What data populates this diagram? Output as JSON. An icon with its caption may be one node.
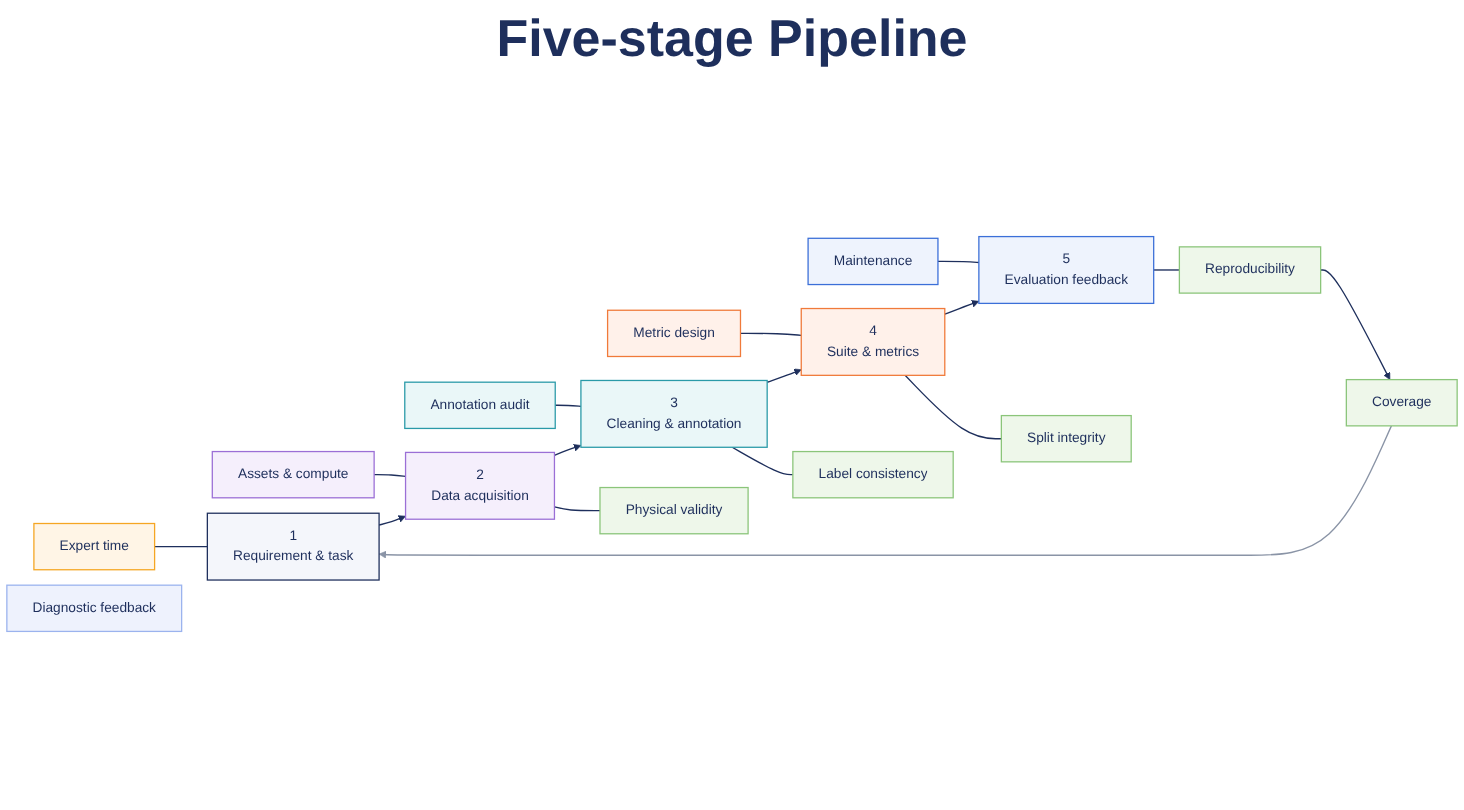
{
  "diagram": {
    "title": "Five-stage Pipeline",
    "nodes": [
      {
        "text": [
          "Expert time"
        ]
      },
      {
        "text": [
          "Assets & compute"
        ]
      },
      {
        "text": [
          "Annotation audit"
        ]
      },
      {
        "text": [
          "Metric design"
        ]
      },
      {
        "text": [
          "Maintenance"
        ]
      },
      {
        "text": [
          "1",
          "Requirement & task"
        ]
      },
      {
        "text": [
          "2",
          "Data acquisition"
        ]
      },
      {
        "text": [
          "3",
          "Cleaning & annotation"
        ]
      },
      {
        "text": [
          "4",
          "Suite & metrics"
        ]
      },
      {
        "text": [
          "5",
          "Evaluation feedback"
        ]
      },
      {
        "text": [
          "Coverage"
        ]
      },
      {
        "text": [
          "Physical validity"
        ]
      },
      {
        "text": [
          "Label consistency"
        ]
      },
      {
        "text": [
          "Split integrity"
        ]
      },
      {
        "text": [
          "Reproducibility"
        ]
      },
      {
        "text": [
          "Diagnostic feedback"
        ]
      }
    ],
    "edges": [
      {
        "from": 0,
        "to": 5,
        "arrow": "none"
      },
      {
        "from": 1,
        "to": 6,
        "arrow": "none"
      },
      {
        "from": 2,
        "to": 7,
        "arrow": "none"
      },
      {
        "from": 3,
        "to": 8,
        "arrow": "none"
      },
      {
        "from": 4,
        "to": 9,
        "arrow": "none"
      },
      {
        "from": 5,
        "to": 6,
        "arrow": "to"
      },
      {
        "from": 6,
        "to": 7,
        "arrow": "to"
      },
      {
        "from": 7,
        "to": 8,
        "arrow": "to"
      },
      {
        "from": 8,
        "to": 9,
        "arrow": "to"
      },
      {
        "from": 10,
        "to": 5,
        "arrow": "to",
        "color": "#8a94a6"
      },
      {
        "from": 6,
        "to": 11,
        "arrow": "none"
      },
      {
        "from": 7,
        "to": 12,
        "arrow": "none"
      },
      {
        "from": 8,
        "to": 13,
        "arrow": "none"
      },
      {
        "from": 9,
        "to": 14,
        "arrow": "none"
      },
      {
        "from": 14,
        "to": 10,
        "arrow": "to"
      }
    ]
  }
}
